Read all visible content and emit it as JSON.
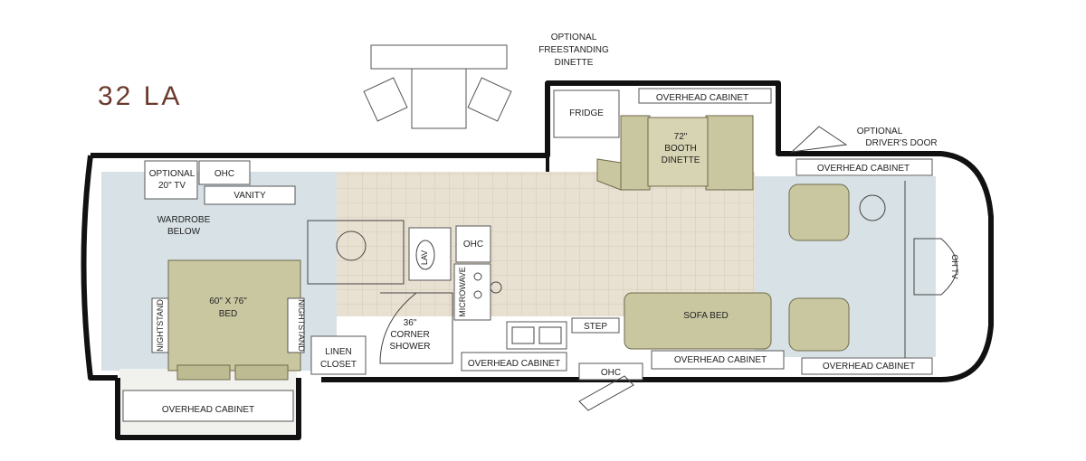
{
  "model": "32 LA",
  "colors": {
    "model_text": "#6b3a2e",
    "tile_floor": "#e8e1d1",
    "carpet_floor": "#d8e2e6",
    "upholstery": "#c9c7a0",
    "walls": "#111111"
  },
  "labels": {
    "optional_dinette": [
      "OPTIONAL",
      "FREESTANDING",
      "DINETTE"
    ],
    "fridge": "FRIDGE",
    "overhead_cabinet_dinette": "OVERHEAD CABINET",
    "booth_dinette": [
      "72\"",
      "BOOTH",
      "DINETTE"
    ],
    "optional_drivers_door": [
      "OPTIONAL",
      "DRIVER'S DOOR"
    ],
    "overhead_cabinet_cab": "OVERHEAD CABINET",
    "optional_tv": [
      "OPTIONAL",
      "20\" TV"
    ],
    "ohc_rear": "OHC",
    "vanity": "VANITY",
    "wardrobe": [
      "WARDROBE",
      "BELOW"
    ],
    "bed": [
      "60\" X 76\"",
      "BED"
    ],
    "nightstand_left": "NIGHTSTAND",
    "nightstand_right": "NIGHTSTAND",
    "lav": "LAV",
    "ohc_galley": "OHC",
    "microwave": "MICROWAVE",
    "shower": [
      "36\"",
      "CORNER",
      "SHOWER"
    ],
    "linen_closet": [
      "LINEN",
      "CLOSET"
    ],
    "step": "STEP",
    "sofa_bed": "SOFA BED",
    "overhead_cabinet_galley": "OVERHEAD CABINET",
    "ohc_door": "OHC",
    "overhead_cabinet_sofa": "OVERHEAD CABINET",
    "overhead_cabinet_front": "OVERHEAD CABINET",
    "overhead_cabinet_slide": "OVERHEAD CABINET",
    "oh_tv": "OH TV"
  }
}
